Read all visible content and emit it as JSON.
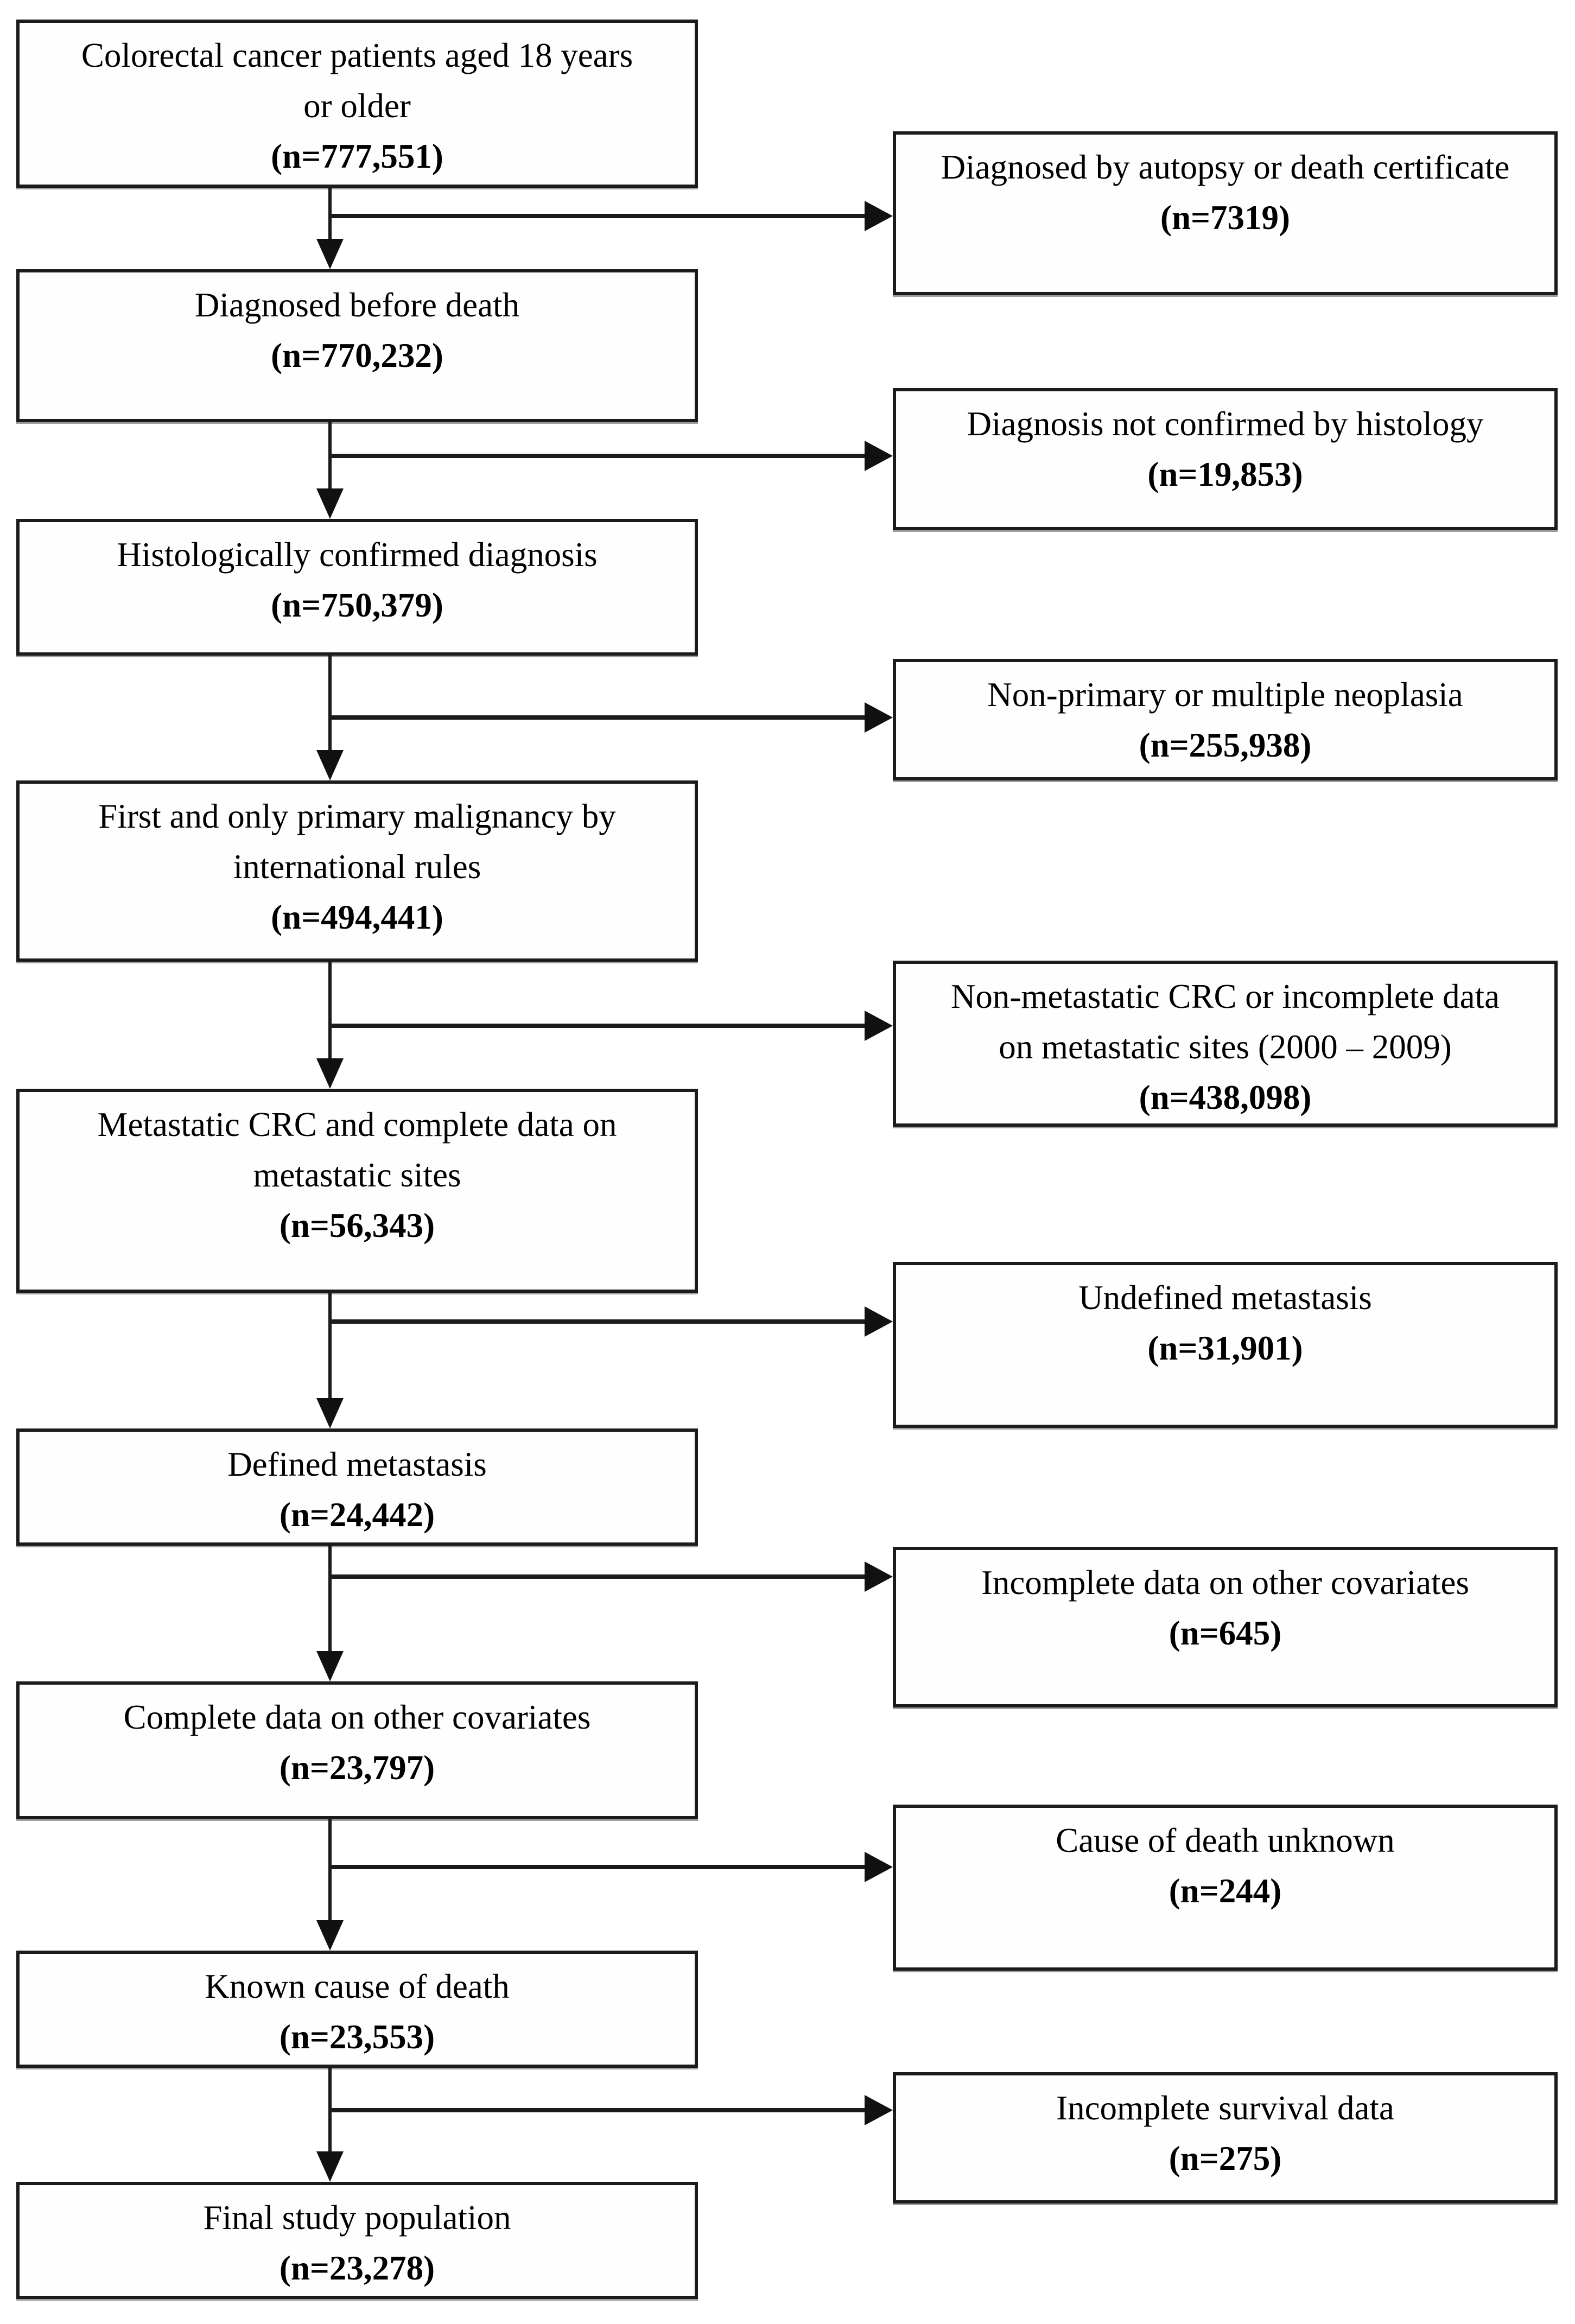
{
  "figure": {
    "steps": [
      {
        "line1": "Colorectal cancer patients aged 18 years",
        "line2": "or older",
        "n": "(n=777,551)"
      },
      {
        "line1": "Diagnosed before death",
        "n": "(n=770,232)"
      },
      {
        "line1": "Histologically confirmed diagnosis",
        "n": "(n=750,379)"
      },
      {
        "line1": "First and only primary malignancy by",
        "line2": "international rules",
        "n": "(n=494,441)"
      },
      {
        "line1": "Metastatic CRC and complete data on",
        "line2": "metastatic sites",
        "n": "(n=56,343)"
      },
      {
        "line1": "Defined metastasis",
        "n": "(n=24,442)"
      },
      {
        "line1": "Complete data on other covariates",
        "n": "(n=23,797)"
      },
      {
        "line1": "Known cause of death",
        "n": "(n=23,553)"
      },
      {
        "line1": "Final study population",
        "n": "(n=23,278)"
      }
    ],
    "exclusions": [
      {
        "line1": "Diagnosed by autopsy or death certificate",
        "n": "(n=7319)"
      },
      {
        "line1": "Diagnosis not confirmed by histology",
        "n": "(n=19,853)"
      },
      {
        "line1": "Non-primary or multiple neoplasia",
        "n": "(n=255,938)"
      },
      {
        "line1": "Non-metastatic CRC or incomplete data",
        "line2": "on metastatic sites (2000 – 2009)",
        "n": "(n=438,098)"
      },
      {
        "line1": "Undefined metastasis",
        "n": "(n=31,901)"
      },
      {
        "line1": "Incomplete data on other covariates",
        "n": "(n=645)"
      },
      {
        "line1": "Cause of death unknown",
        "n": "(n=244)"
      },
      {
        "line1": "Incomplete survival data",
        "n": "(n=275)"
      }
    ],
    "colors": {
      "line": "#1b1b1b",
      "text": "#000000",
      "background": "#ffffff"
    }
  }
}
